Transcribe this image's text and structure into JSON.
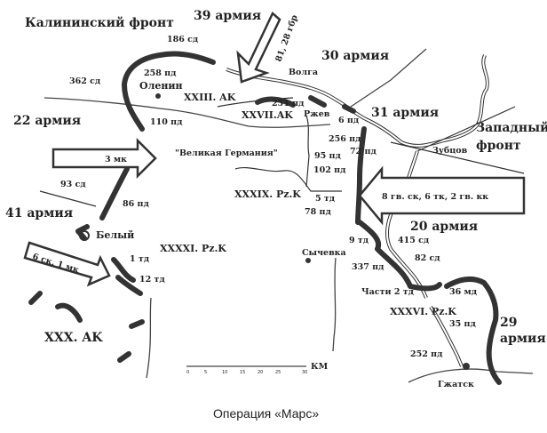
{
  "map": {
    "caption": "Операция «Марс»",
    "scale": {
      "ticks": [
        "0",
        "5",
        "10",
        "15",
        "20",
        "25",
        "30"
      ],
      "unit": "КМ"
    },
    "fronts": {
      "kalinin": "Калининский фронт",
      "western_1": "Западный",
      "western_2": "фронт"
    },
    "armies": {
      "a39": "39 армия",
      "a30": "30 армия",
      "a31": "31 армия",
      "a22": "22 армия",
      "a41": "41 армия",
      "a20": "20 армия",
      "a29_1": "29",
      "a29_2": "армия"
    },
    "corps": {
      "xxiii": "XXIII. AK",
      "xxvii": "XXVII.AK",
      "xxxix": "XXXIX. Pz.K",
      "xxxxi": "XXXXI. Pz.K",
      "xxx": "XXX. AK",
      "xxxvi": "XXXVI. Pz.K"
    },
    "arrows": {
      "a39": "81, 28 гбр",
      "a22": "3 мк",
      "a41": "6 ск, 1 мк",
      "a20": "8 гв. ск, 6 тк, 2 гв. кк"
    },
    "units": {
      "u186": "186 сд",
      "u258": "258 пд",
      "u362": "362 сд",
      "u110": "110 пд",
      "u251": "251 пд",
      "u6": "6 пд",
      "u256": "256 пд",
      "u72": "72 пд",
      "u95": "95 пд",
      "u102": "102 пд",
      "gd": "\"Великая Германия\"",
      "u93": "93 сд",
      "u86": "86 пд",
      "u5": "5 тд",
      "u78": "78 пд",
      "u9": "9 тд",
      "u415": "415 сд",
      "u1": "1 тд",
      "u82": "82 сд",
      "u12": "12 тд",
      "u337": "337 пд",
      "u2": "Части 2 тд",
      "u36": "36 мд",
      "u35": "35 пд",
      "u252": "252 пд"
    },
    "places": {
      "olenino": "Оленин",
      "volga": "Волга",
      "rzhev": "Ржев",
      "zubtsov": "Зубцов",
      "bely": "Белый",
      "sychevka": "Сычевка",
      "gzhatsk": "Гжатск"
    }
  }
}
